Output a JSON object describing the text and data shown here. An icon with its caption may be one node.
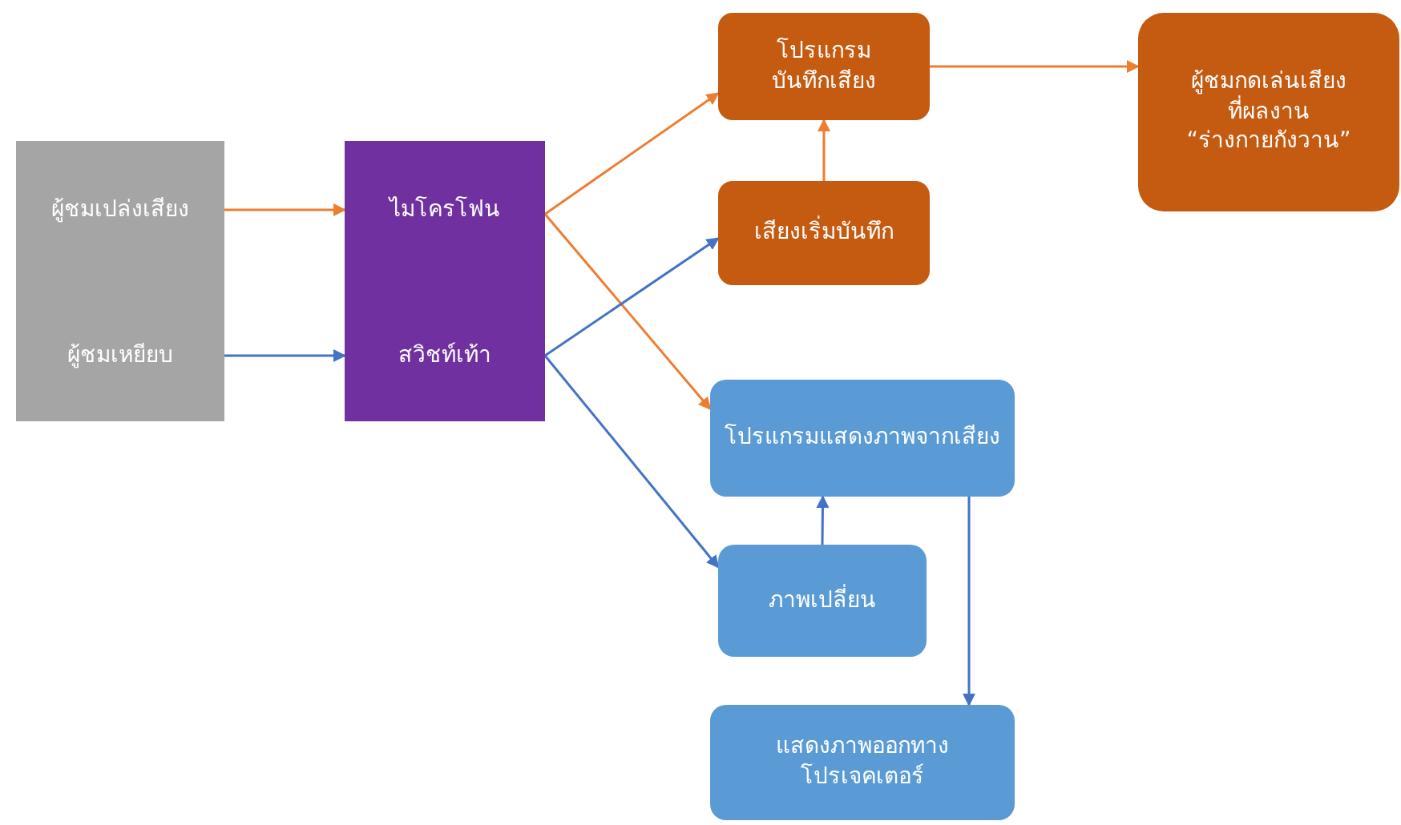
{
  "diagram": {
    "nodes": [
      {
        "text": [],
        "shape": "box"
      },
      {
        "text": [
          "ผู้ชมเปล่งเสียง"
        ],
        "in": 0
      },
      {
        "text": [
          "ผู้ชมเหยียบ"
        ],
        "in": 0
      },
      {
        "text": [],
        "shape": "box"
      },
      {
        "text": [
          "ไมโครโฟน"
        ],
        "in": 3
      },
      {
        "text": [
          "สวิชท์เท้า"
        ],
        "in": 3
      },
      {
        "text": [
          "โปรแกรมบันทึกเสียง"
        ]
      },
      {
        "text": [
          "ผู้ชมกดเล่นเสียงที่ผลงาน “ร่างกายกังวาน”"
        ]
      },
      {
        "text": [
          "เสียงเริ่มบันทึก"
        ]
      },
      {
        "text": [
          "โปรแกรมแสดงภาพจากเสียง"
        ]
      },
      {
        "text": [
          "ภาพเปลี่ยน"
        ]
      },
      {
        "text": [
          "แสดงภาพออกทางโปรเจคเตอร์"
        ]
      }
    ],
    "edges": [
      {
        "from": 1,
        "to": 4,
        "arrow": "to"
      },
      {
        "from": 2,
        "to": 5,
        "arrow": "to",
        "color": "#4472c4"
      },
      {
        "from": 4,
        "to": 6,
        "arrow": "to"
      },
      {
        "from": 4,
        "to": 9,
        "arrow": "to"
      },
      {
        "from": 5,
        "to": 8,
        "arrow": "to",
        "color": "#4472c4"
      },
      {
        "from": 5,
        "to": 10,
        "arrow": "to",
        "color": "#4472c4"
      },
      {
        "from": 8,
        "to": 6,
        "arrow": "to"
      },
      {
        "from": 6,
        "to": 7,
        "arrow": "to"
      },
      {
        "from": 10,
        "to": 9,
        "arrow": "to",
        "color": "#4472c4"
      },
      {
        "from": 9,
        "to": 11,
        "arrow": "to",
        "color": "#4472c4"
      }
    ]
  }
}
